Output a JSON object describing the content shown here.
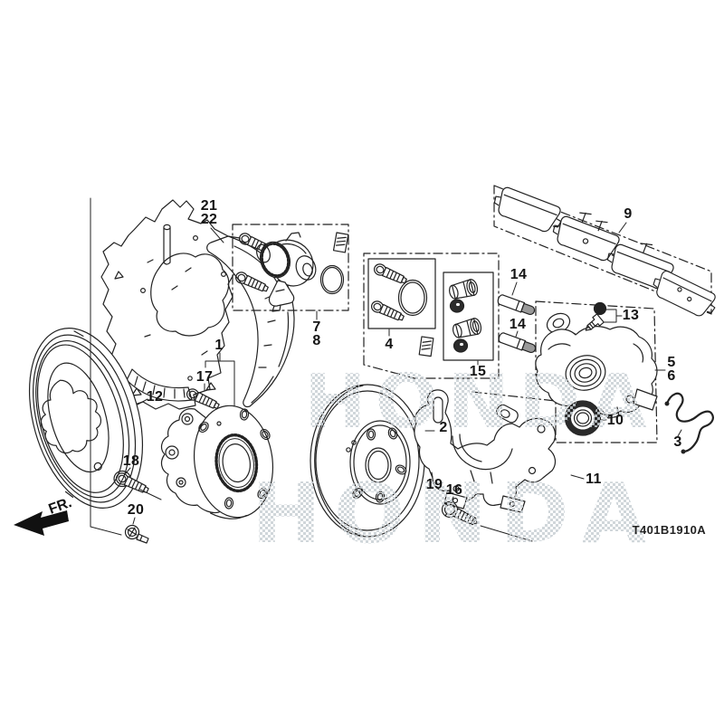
{
  "diagram": {
    "code": "T401B1910A",
    "direction": "FR.",
    "watermark": "HONDA",
    "callouts": [
      {
        "label": "1"
      },
      {
        "label": "2"
      },
      {
        "label": "3"
      },
      {
        "label": "4"
      },
      {
        "label": "5"
      },
      {
        "label": "6"
      },
      {
        "label": "7"
      },
      {
        "label": "8"
      },
      {
        "label": "9"
      },
      {
        "label": "10"
      },
      {
        "label": "11"
      },
      {
        "label": "12"
      },
      {
        "label": "13"
      },
      {
        "label": "14"
      },
      {
        "label": "14"
      },
      {
        "label": "15"
      },
      {
        "label": "16"
      },
      {
        "label": "17"
      },
      {
        "label": "18"
      },
      {
        "label": "19"
      },
      {
        "label": "20"
      },
      {
        "label": "21"
      },
      {
        "label": "22"
      }
    ]
  }
}
